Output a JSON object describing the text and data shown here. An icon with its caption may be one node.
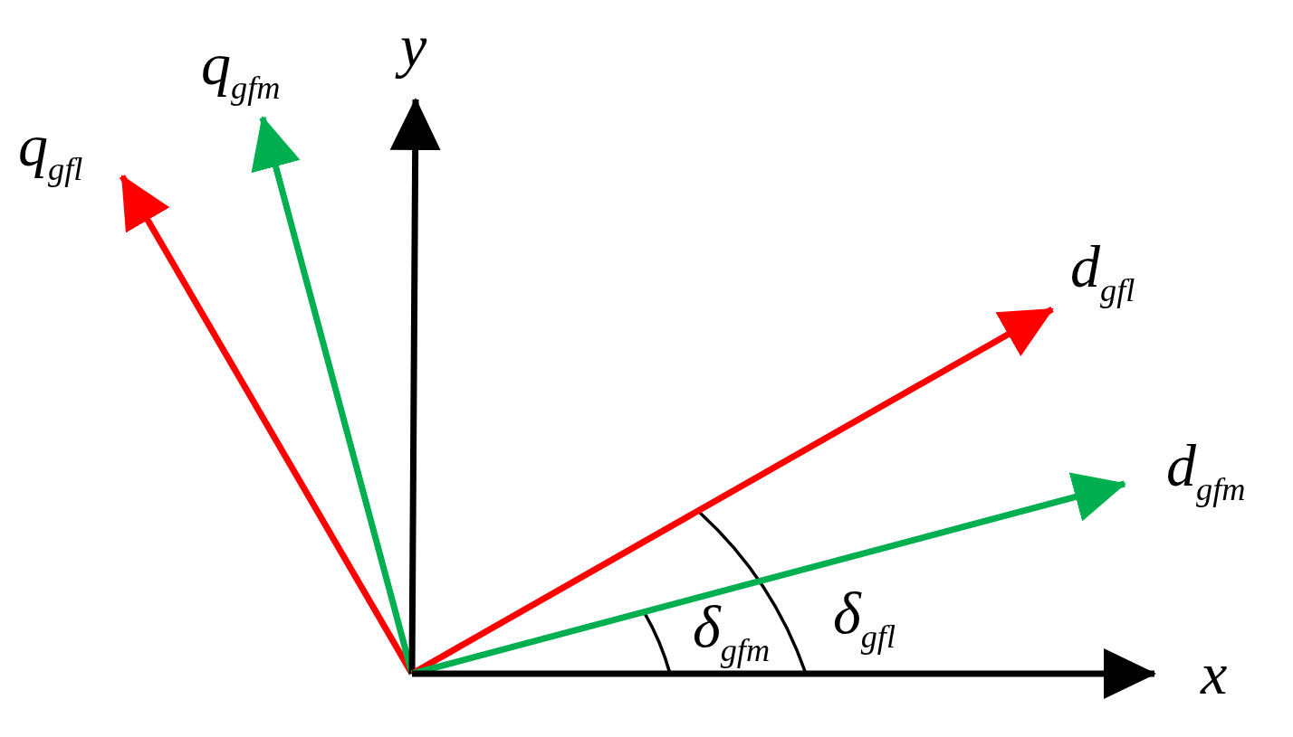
{
  "diagram": {
    "nodes": [
      {
        "text": [
          "q$_{gfl}$"
        ]
      },
      {
        "text": [
          "q$_{gfm}$"
        ]
      },
      {
        "text": [
          "y"
        ]
      },
      {
        "text": [
          "d$_{gfl}$"
        ]
      },
      {
        "text": [
          "d$_{gfm}$"
        ]
      },
      {
        "text": [
          "x"
        ]
      }
    ],
    "edges": [
      {
        "from": null,
        "to": 0,
        "arrow": "to",
        "color": "#ff0000"
      },
      {
        "from": null,
        "to": 1,
        "arrow": "to",
        "color": "#00b050"
      },
      {
        "from": null,
        "to": 2,
        "arrow": "to",
        "color": "#000000"
      },
      {
        "from": null,
        "to": 3,
        "arrow": "to",
        "color": "#ff0000"
      },
      {
        "from": null,
        "to": 4,
        "arrow": "to",
        "color": "#00b050"
      },
      {
        "from": null,
        "to": 5,
        "arrow": "to",
        "color": "#000000"
      }
    ],
    "labels": [
      "δ$_{gfm}$",
      "δ$_{gfl}$"
    ]
  }
}
